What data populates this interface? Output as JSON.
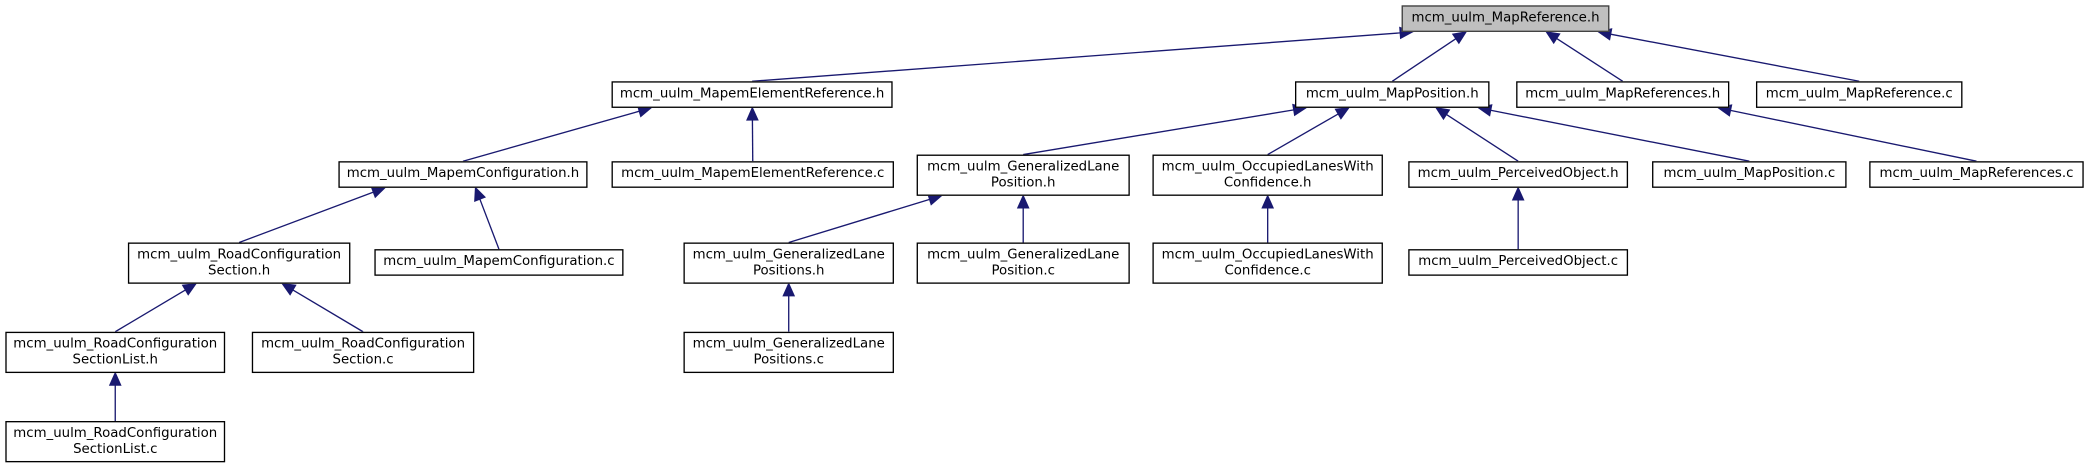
{
  "diagram": {
    "type": "doxygen-include-dependency-graph",
    "colors": {
      "edge": "#191970",
      "root_fill": "#bfbfbf",
      "node_fill": "#ffffff",
      "border": "#000000"
    },
    "nodes": [
      {
        "id": "root",
        "lines": [
          "mcm_uulm_MapReference.h"
        ]
      },
      {
        "id": "mapem_elem_h",
        "lines": [
          "mcm_uulm_MapemElementReference.h"
        ]
      },
      {
        "id": "mappos_h",
        "lines": [
          "mcm_uulm_MapPosition.h"
        ]
      },
      {
        "id": "maprefs_h",
        "lines": [
          "mcm_uulm_MapReferences.h"
        ]
      },
      {
        "id": "mapref_c",
        "lines": [
          "mcm_uulm_MapReference.c"
        ]
      },
      {
        "id": "mapem_conf_h",
        "lines": [
          "mcm_uulm_MapemConfiguration.h"
        ]
      },
      {
        "id": "mapem_elem_c",
        "lines": [
          "mcm_uulm_MapemElementReference.c"
        ]
      },
      {
        "id": "genlane_h",
        "lines": [
          "mcm_uulm_GeneralizedLane",
          "Position.h"
        ]
      },
      {
        "id": "occ_h",
        "lines": [
          "mcm_uulm_OccupiedLanesWith",
          "Confidence.h"
        ]
      },
      {
        "id": "perc_h",
        "lines": [
          "mcm_uulm_PerceivedObject.h"
        ]
      },
      {
        "id": "mappos_c",
        "lines": [
          "mcm_uulm_MapPosition.c"
        ]
      },
      {
        "id": "maprefs_c",
        "lines": [
          "mcm_uulm_MapReferences.c"
        ]
      },
      {
        "id": "roadconf_h",
        "lines": [
          "mcm_uulm_RoadConfiguration",
          "Section.h"
        ]
      },
      {
        "id": "mapem_conf_c",
        "lines": [
          "mcm_uulm_MapemConfiguration.c"
        ]
      },
      {
        "id": "genlanes_h",
        "lines": [
          "mcm_uulm_GeneralizedLane",
          "Positions.h"
        ]
      },
      {
        "id": "genlane_c",
        "lines": [
          "mcm_uulm_GeneralizedLane",
          "Position.c"
        ]
      },
      {
        "id": "occ_c",
        "lines": [
          "mcm_uulm_OccupiedLanesWith",
          "Confidence.c"
        ]
      },
      {
        "id": "perc_c",
        "lines": [
          "mcm_uulm_PerceivedObject.c"
        ]
      },
      {
        "id": "roadlist_h",
        "lines": [
          "mcm_uulm_RoadConfiguration",
          "SectionList.h"
        ]
      },
      {
        "id": "roadconf_c",
        "lines": [
          "mcm_uulm_RoadConfiguration",
          "Section.c"
        ]
      },
      {
        "id": "genlanes_c",
        "lines": [
          "mcm_uulm_GeneralizedLane",
          "Positions.c"
        ]
      },
      {
        "id": "roadlist_c",
        "lines": [
          "mcm_uulm_RoadConfiguration",
          "SectionList.c"
        ]
      }
    ],
    "edges": [
      [
        "mapem_elem_h",
        "root"
      ],
      [
        "mappos_h",
        "root"
      ],
      [
        "maprefs_h",
        "root"
      ],
      [
        "mapref_c",
        "root"
      ],
      [
        "mapem_conf_h",
        "mapem_elem_h"
      ],
      [
        "mapem_elem_c",
        "mapem_elem_h"
      ],
      [
        "genlane_h",
        "mappos_h"
      ],
      [
        "occ_h",
        "mappos_h"
      ],
      [
        "perc_h",
        "mappos_h"
      ],
      [
        "mappos_c",
        "mappos_h"
      ],
      [
        "maprefs_c",
        "maprefs_h"
      ],
      [
        "roadconf_h",
        "mapem_conf_h"
      ],
      [
        "mapem_conf_c",
        "mapem_conf_h"
      ],
      [
        "genlanes_h",
        "genlane_h"
      ],
      [
        "genlane_c",
        "genlane_h"
      ],
      [
        "occ_c",
        "occ_h"
      ],
      [
        "perc_c",
        "perc_h"
      ],
      [
        "roadlist_h",
        "roadconf_h"
      ],
      [
        "roadconf_c",
        "roadconf_h"
      ],
      [
        "genlanes_c",
        "genlanes_h"
      ],
      [
        "roadlist_c",
        "roadlist_h"
      ]
    ]
  }
}
